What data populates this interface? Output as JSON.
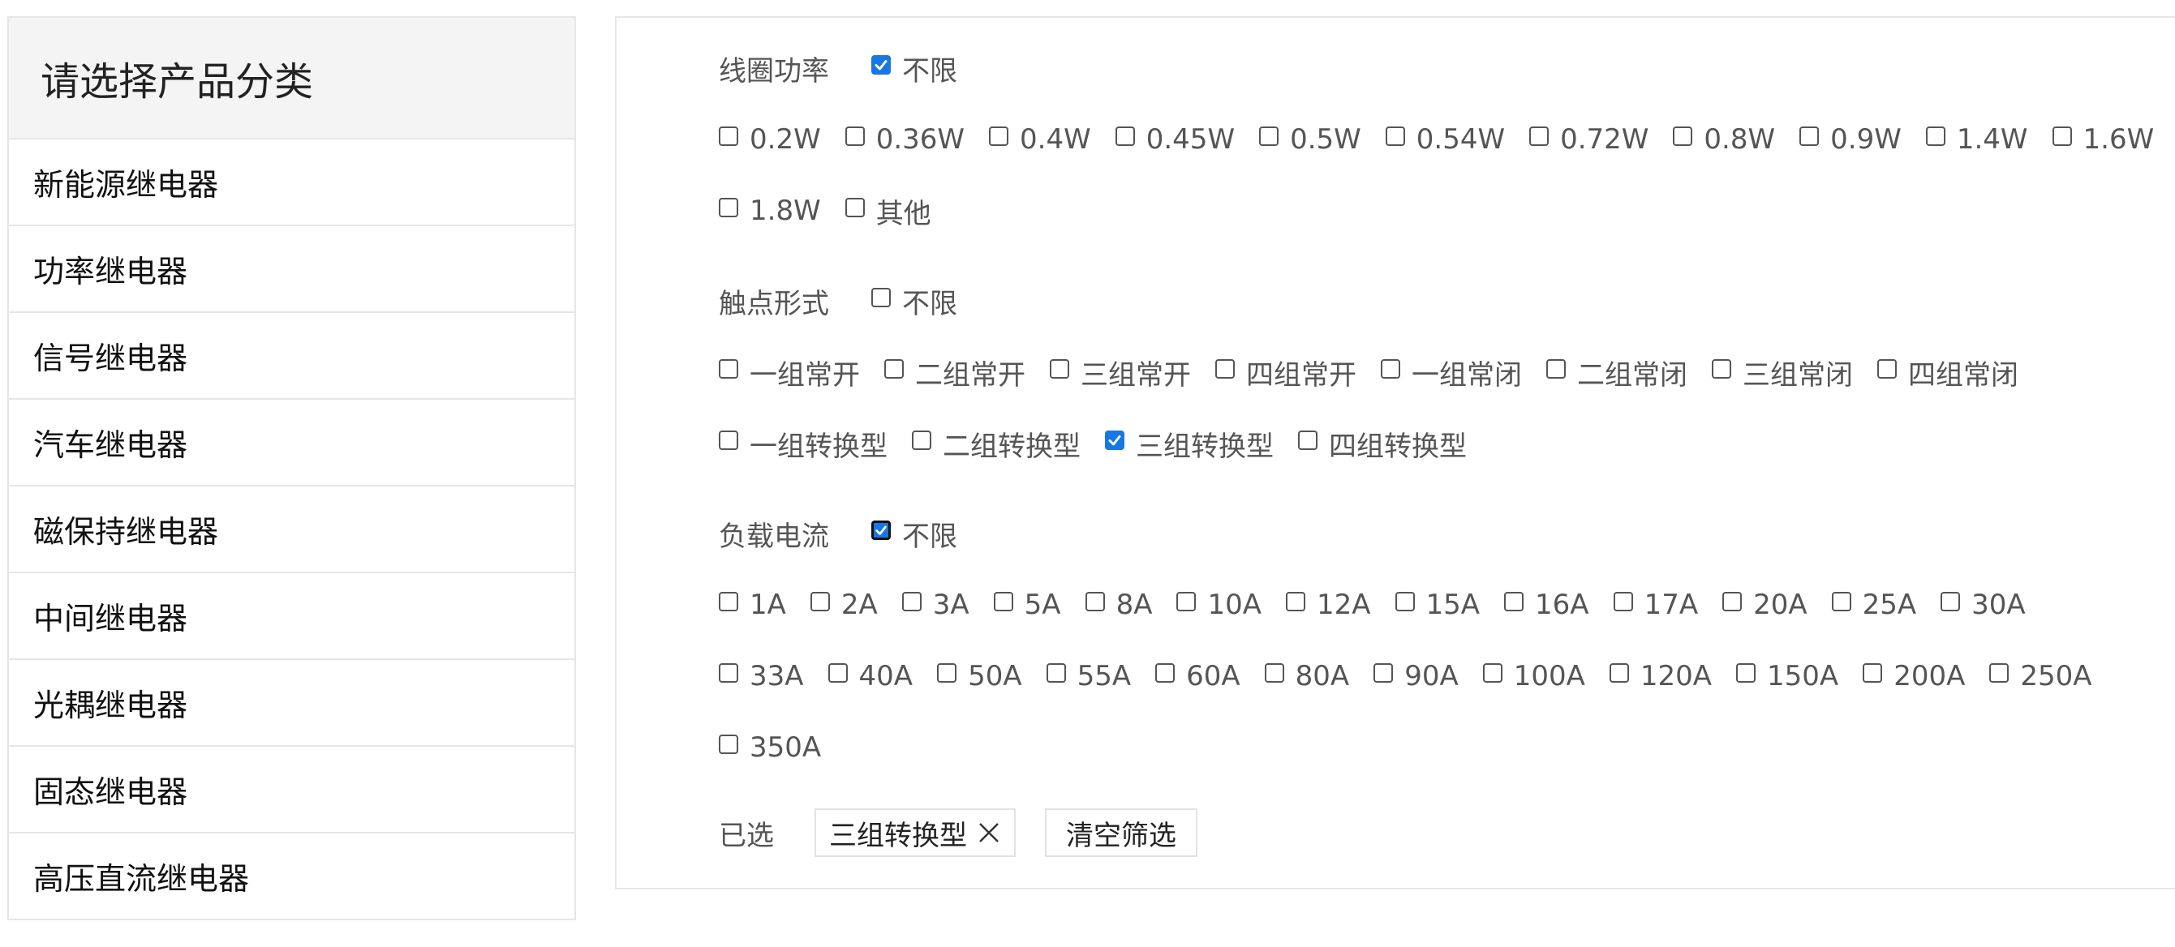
{
  "sidebar": {
    "title": "请选择产品分类",
    "items": [
      {
        "label": "新能源继电器"
      },
      {
        "label": "功率继电器"
      },
      {
        "label": "信号继电器"
      },
      {
        "label": "汽车继电器"
      },
      {
        "label": "磁保持继电器"
      },
      {
        "label": "中间继电器"
      },
      {
        "label": "光耦继电器"
      },
      {
        "label": "固态继电器"
      },
      {
        "label": "高压直流继电器"
      }
    ]
  },
  "filters": {
    "coil_power": {
      "title": "线圈功率",
      "unlimited": {
        "label": "不限",
        "checked": true
      },
      "rows": [
        [
          "0.2W",
          "0.36W",
          "0.4W",
          "0.45W",
          "0.5W",
          "0.54W",
          "0.72W",
          "0.8W",
          "0.9W",
          "1.4W",
          "1.6W"
        ],
        [
          "1.8W",
          "其他"
        ]
      ]
    },
    "contact_form": {
      "title": "触点形式",
      "unlimited": {
        "label": "不限",
        "checked": false
      },
      "rows": [
        [
          "一组常开",
          "二组常开",
          "三组常开",
          "四组常开",
          "一组常闭",
          "二组常闭",
          "三组常闭",
          "四组常闭"
        ],
        [
          "一组转换型",
          "二组转换型",
          "三组转换型",
          "四组转换型"
        ]
      ],
      "checked": [
        "三组转换型"
      ]
    },
    "load_current": {
      "title": "负载电流",
      "unlimited": {
        "label": "不限",
        "checked": true
      },
      "rows": [
        [
          "1A",
          "2A",
          "3A",
          "5A",
          "8A",
          "10A",
          "12A",
          "15A",
          "16A",
          "17A",
          "20A",
          "25A",
          "30A"
        ],
        [
          "33A",
          "40A",
          "50A",
          "55A",
          "60A",
          "80A",
          "90A",
          "100A",
          "120A",
          "150A",
          "200A",
          "250A"
        ],
        [
          "350A"
        ]
      ]
    }
  },
  "selected": {
    "label": "已选",
    "tags": [
      {
        "label": "三组转换型"
      }
    ],
    "clear_label": "清空筛选"
  },
  "colors": {
    "accent": "#1677e5",
    "border": "#e6e6e6",
    "header_bg": "#f4f4f4"
  }
}
